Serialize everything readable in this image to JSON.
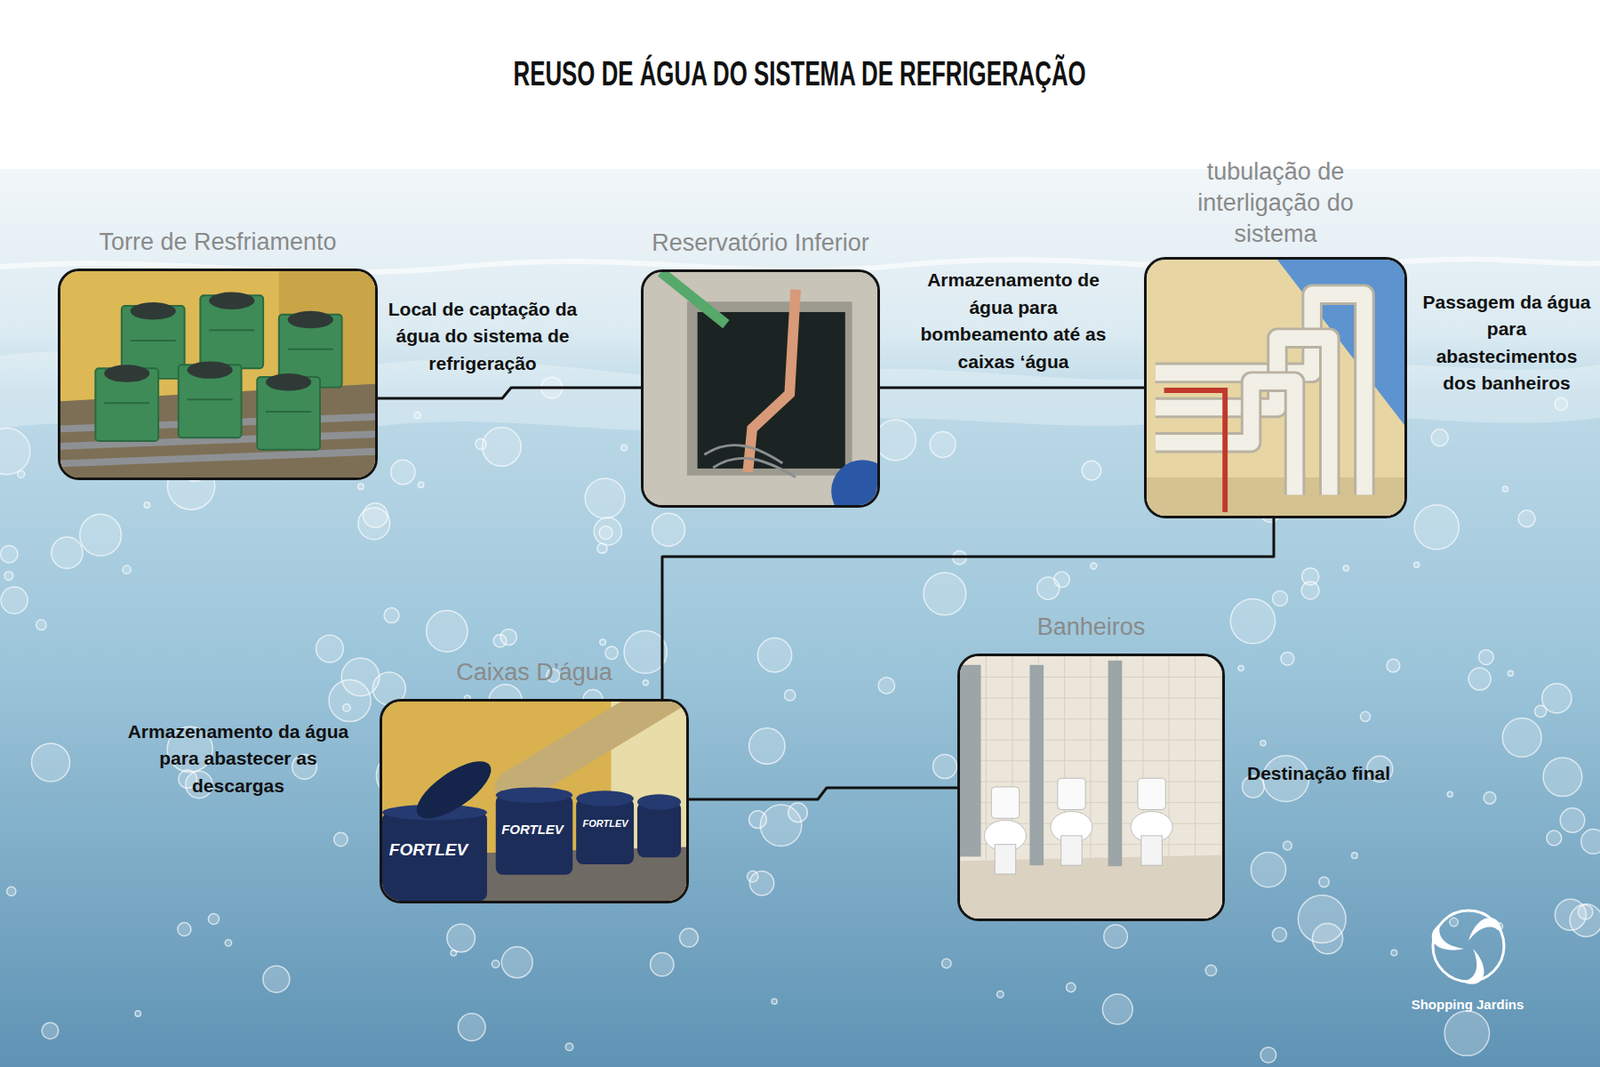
{
  "diagram": {
    "title": "REUSO DE ÁGUA DO SISTEMA DE REFRIGERAÇÃO",
    "nodes": [
      {
        "text": [
          "Torre de Resfriamento",
          "Local de captação da água do sistema de refrigeração"
        ]
      },
      {
        "text": [
          "Reservatório Inferior",
          "Armazenamento de água para bombeamento até as caixas ‘água"
        ]
      },
      {
        "text": [
          "tubulação de interligação do sistema",
          "Passagem da água para abastecimentos dos banheiros"
        ]
      },
      {
        "text": [
          "Caixas D’água",
          "Armazenamento da água para abastecer as descargas"
        ]
      },
      {
        "text": [
          "Banheiros",
          "Destinação final"
        ]
      }
    ],
    "edges": [
      {
        "from": 0,
        "to": 1,
        "arrow": "none"
      },
      {
        "from": 1,
        "to": 2,
        "arrow": "none"
      },
      {
        "from": 2,
        "to": 3,
        "arrow": "none"
      },
      {
        "from": 3,
        "to": 4,
        "arrow": "none"
      }
    ],
    "labels": [
      "FORTLEV",
      "FORTLEV",
      "FORTLEV",
      "Shopping Jardins"
    ]
  }
}
